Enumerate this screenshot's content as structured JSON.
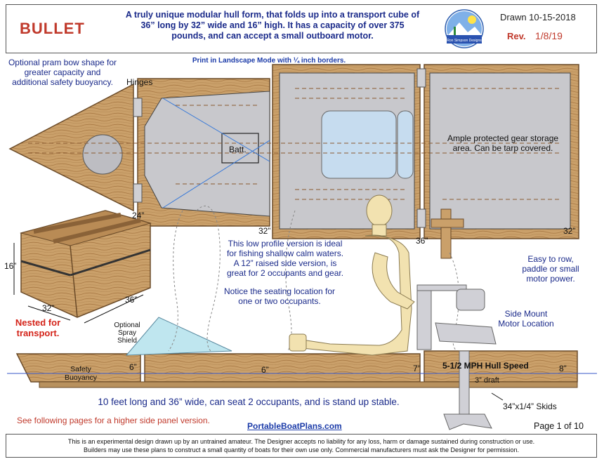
{
  "header": {
    "title": "BULLET",
    "description": "A truly unique modular hull form, that folds up into a transport cube of 36” long by 32” wide and 16”  high.  It has a capacity of over 375 pounds, and can accept a small outboard motor.",
    "logo_text": "Ron Simpson Designs",
    "drawn": "Drawn 10-15-2018",
    "rev_label": "Rev.",
    "rev_value": "1/8/19"
  },
  "notes": {
    "pram_bow": "Optional pram bow shape for greater capacity and additional safety buoyancy.",
    "print": "Print in Landscape Mode with ¼ inch borders.",
    "hinges": "Hinges",
    "batt": "Batt.",
    "gear": "Ample protected gear storage area. Can be tarp covered.",
    "low_profile": "This low profile version is ideal for fishing shallow calm waters. A 12” raised side version, is great for 2 occupants and gear.",
    "seating": "Notice the seating location for one or two occupants.",
    "easy_row": "Easy to row, paddle or small motor power.",
    "side_mount": "Side Mount Motor Location",
    "nested": "Nested for transport.",
    "spray": "Optional Spray Shield",
    "safety": "Safety Buoyancy",
    "speed": "5-1/2 MPH Hull Speed",
    "draft": "3” draft",
    "skids": "34”x1/4” Skids",
    "main": "10 feet long and 36” wide, can seat 2 occupants, and is stand up stable.",
    "following": "See following pages for a higher side panel version.",
    "website": "PortableBoatPlans.com",
    "page": "Page 1 of  10"
  },
  "dims": {
    "d24": "24”",
    "d32a": "32”",
    "d36a": "36”",
    "d32b": "32”",
    "d16": "16”",
    "d32c": "32”",
    "d36b": "36”",
    "d6a": "6”",
    "d6b": "6”",
    "d7": "7”",
    "d8": "8”"
  },
  "footer": {
    "line1": "This is an experimental design drawn up by an untrained amateur. The Designer accepts no liability for any loss, harm or damage sustained during construction or use.",
    "line2": "Builders may use these plans to construct a small quantity of boats for their own use only.  Commercial manufacturers must ask the Designer for permission."
  },
  "colors": {
    "wood": "#c9a06a",
    "wood_dark": "#8a6238",
    "deck": "#c8c8cc",
    "title_red": "#c0392b",
    "note_blue": "#1a2a8a",
    "occupant": "#f2e2b0"
  }
}
